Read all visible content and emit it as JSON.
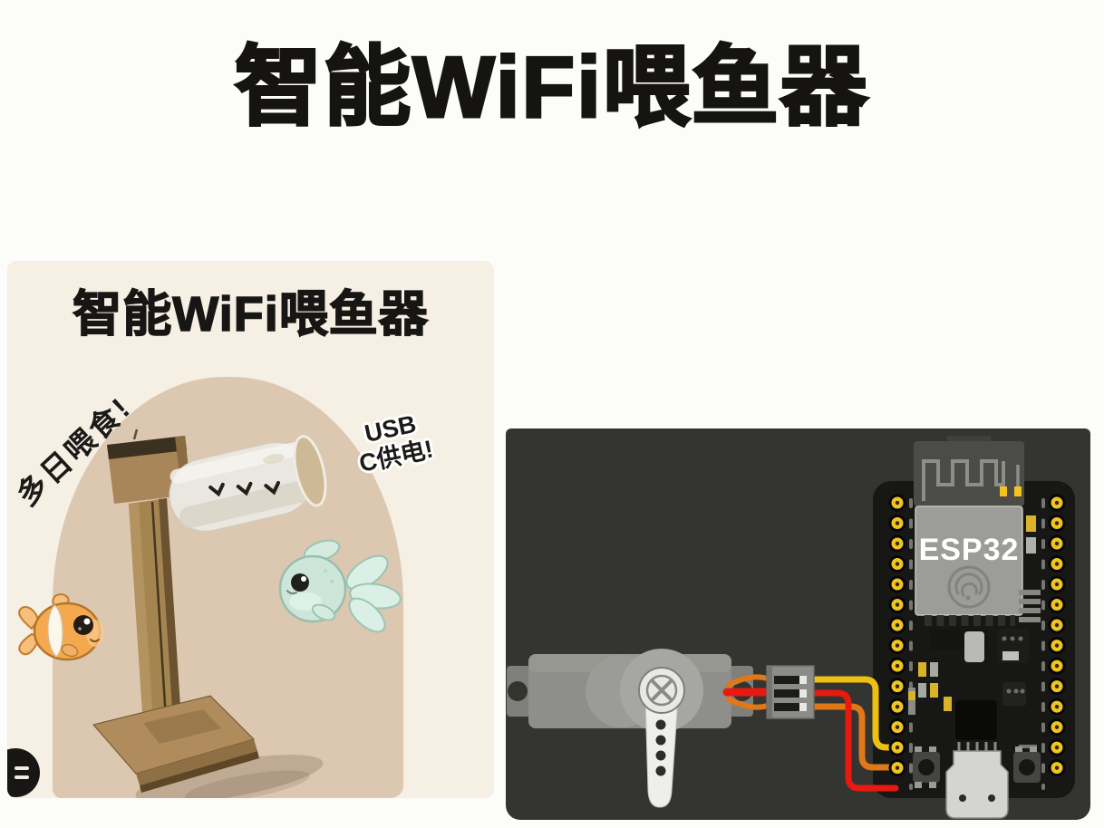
{
  "main_title": "智能WiFi喂鱼器",
  "left_card": {
    "title": "智能WiFi喂鱼器",
    "callout_multi_day": "多日喂食!",
    "callout_usb": {
      "line1": "USB",
      "line2": "C供电!"
    }
  },
  "right_card": {
    "chip_label": "ESP32"
  },
  "colors": {
    "page_bg": "#fcfcfa",
    "title_text": "#151412",
    "card_cream": "#f5f0e3",
    "arch_tan": "#dcc7b1",
    "cardboard": "#a8875a",
    "cylinder_white": "#eae7e0",
    "clownfish_orange": "#f5a94f",
    "fish_teal": "#cde6d9",
    "panel_dark": "#343431",
    "board_black": "#171715",
    "pin_yellow": "#f2c41e",
    "shield_gray": "#9c9c98",
    "antenna_gray": "#4b4b47",
    "servo_gray": "#8e8e8a",
    "servo_arm_white": "#eeeeec",
    "wire_yellow": "#f0c010",
    "wire_orange": "#e07818",
    "wire_red": "#e81a10"
  }
}
